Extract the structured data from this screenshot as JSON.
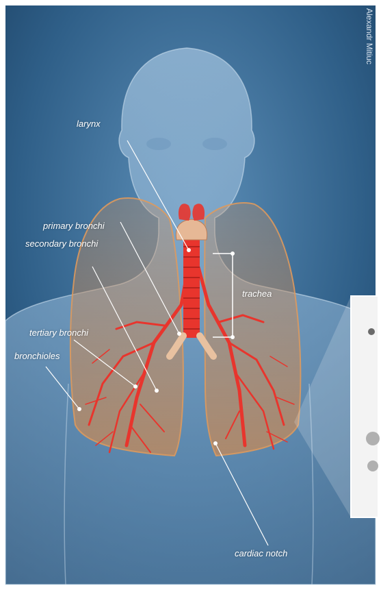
{
  "figure": {
    "credit": "Alexandr Mitiuc",
    "background_colors": [
      "#5d8fb8",
      "#2f5f88",
      "#143555"
    ],
    "airway_color": "#e8352d",
    "lung_color": "#d38a4e"
  },
  "labels": {
    "larynx": "larynx",
    "primary_bronchi": "primary bronchi",
    "secondary_bronchi": "secondary bronchi",
    "tertiary_bronchi": "tertiary bronchi",
    "bronchioles": "bronchioles",
    "trachea": "trachea",
    "cardiac_notch": "cardiac notch"
  }
}
